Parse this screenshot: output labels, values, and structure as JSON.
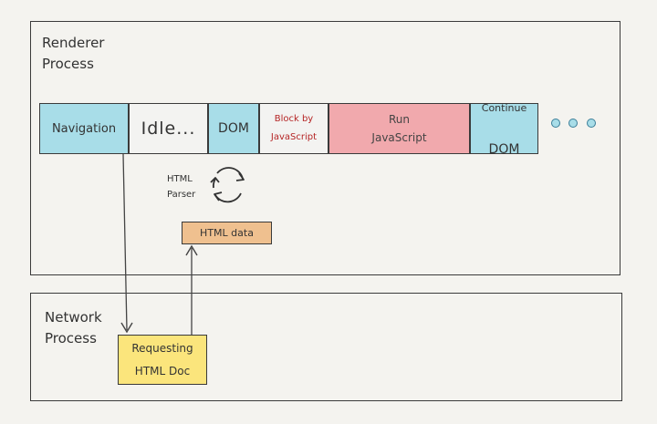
{
  "renderer": {
    "title": "Renderer\nProcess",
    "segments": {
      "navigation": "Navigation",
      "idle": "Idle...",
      "dom": "DOM",
      "block": "Block by\nJavaScript",
      "run": "Run\nJavaScript",
      "continue_line1": "Continue",
      "continue_line2": "DOM"
    },
    "parser_label": "HTML\nParser",
    "html_data": "HTML data"
  },
  "network": {
    "title": "Network\nProcess",
    "request": "Requesting\nHTML Doc"
  },
  "colors": {
    "blue_segment": "#a8dde8",
    "gray_segment": "#f3f3f1",
    "pink_segment": "#f1a9ad",
    "orange_box": "#efc08f",
    "yellow_box": "#fbe57c",
    "block_text": "#b52525"
  }
}
